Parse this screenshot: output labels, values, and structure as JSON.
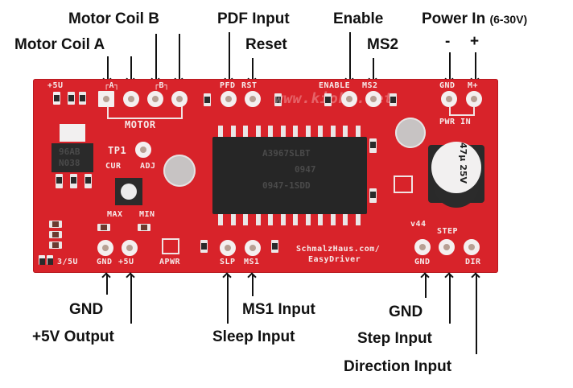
{
  "diagram": {
    "title": "EasyDriver stepper motor driver pinout",
    "top_labels": {
      "motor_coil_a": "Motor Coil A",
      "motor_coil_b": "Motor Coil B",
      "pfd_input": "PDF Input",
      "reset": "Reset",
      "enable": "Enable",
      "ms2": "MS2",
      "power_in": "Power In",
      "power_in_range": "(6-30V)",
      "power_minus": "-",
      "power_plus": "+"
    },
    "bottom_labels": {
      "gnd_left": "GND",
      "plus5v_output": "+5V Output",
      "ms1_input": "MS1 Input",
      "sleep_input": "Sleep Input",
      "gnd_right": "GND",
      "step_input": "Step Input",
      "direction_input": "Direction Input"
    },
    "board_silkscreen": {
      "plus5v": "+5U",
      "coil_a": "┌A┐",
      "coil_b": "┌B┐",
      "motor": "MOTOR",
      "pfd": "PFD",
      "rst": "RST",
      "enable": "ENABLE",
      "ms2": "MS2",
      "gnd_top": "GND",
      "m_plus": "M+",
      "pwr_in": "PWR  IN",
      "tp1": "TP1",
      "cur": "CUR",
      "adj": "ADJ",
      "max": "MAX",
      "min": "MIN",
      "three_five_v": "3/5U",
      "gnd_bottom": "GND",
      "plus5v_bottom": "+5U",
      "apwr": "APWR",
      "slp": "SLP",
      "ms1": "MS1",
      "url_line1": "SchmalzHaus.com/",
      "url_line2": "EasyDriver",
      "step": "STEP",
      "gnd_step": "GND",
      "dir": "DIR",
      "version": "v44",
      "watermark": "www.kiobo.net"
    },
    "chip_markings": {
      "line1": "A3967SLBT",
      "line2": "0947",
      "line3": "0947-1SDD"
    },
    "regulator_markings": {
      "line1": "96AB",
      "line2": "N038"
    },
    "capacitor_markings": "47µ 25V",
    "colors": {
      "board": "#d8232a",
      "silkscreen": "#f6e9e9",
      "text": "#111111",
      "background": "#ffffff"
    }
  }
}
